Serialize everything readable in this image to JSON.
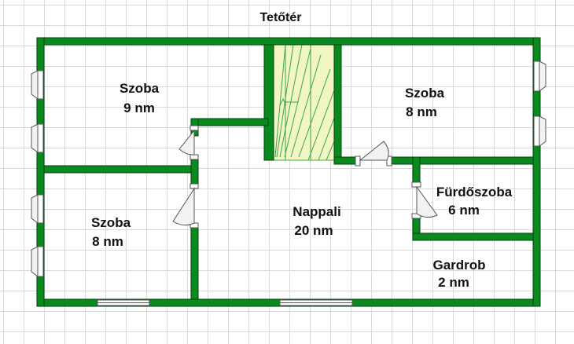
{
  "title": "Tetőtér",
  "colors": {
    "wall": "#0a8a1e",
    "wall_edge": "#063f0d",
    "stair_fill": "#f2f5c4",
    "stair_line": "#3aa84a",
    "grid": "#d9d9d9",
    "window_frame": "#555555",
    "door_fill": "#f2f2f2"
  },
  "rooms": [
    {
      "id": "szoba-1",
      "name": "Szoba",
      "area": "9 nm"
    },
    {
      "id": "szoba-2",
      "name": "Szoba",
      "area": "8 nm"
    },
    {
      "id": "szoba-3",
      "name": "Szoba",
      "area": "8 nm"
    },
    {
      "id": "nappali",
      "name": "Nappali",
      "area": "20 nm"
    },
    {
      "id": "furdoszoba",
      "name": "Fürdőszoba",
      "area": "6 nm"
    },
    {
      "id": "gardrob",
      "name": "Gardrob",
      "area": "2 nm"
    }
  ]
}
